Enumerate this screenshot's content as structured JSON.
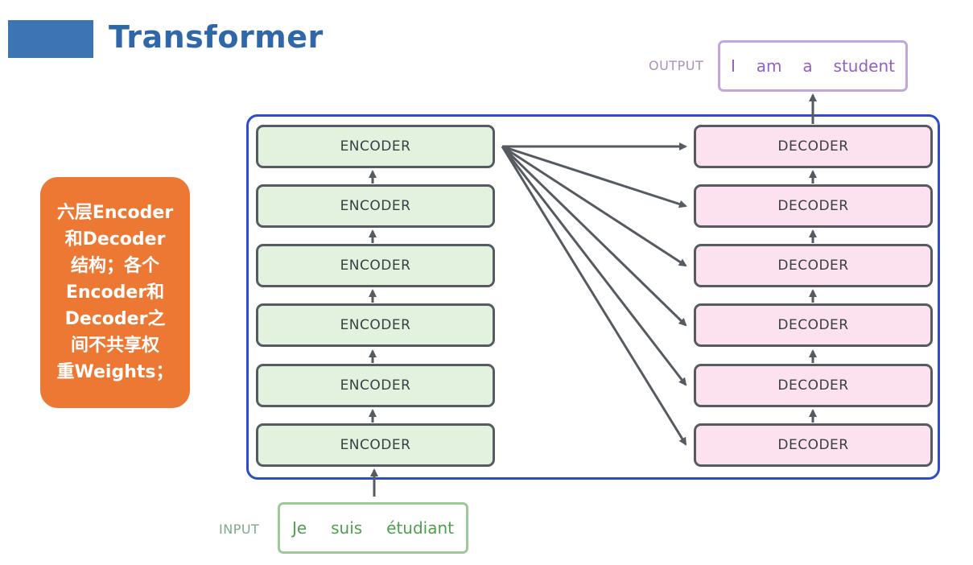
{
  "header": {
    "title": "Transformer"
  },
  "note": {
    "lines": [
      "六层Encoder",
      "和Decoder",
      "结构；各个",
      "Encoder和",
      "Decoder之",
      "间不共享权",
      "重Weights；"
    ]
  },
  "encoders": [
    "ENCODER",
    "ENCODER",
    "ENCODER",
    "ENCODER",
    "ENCODER",
    "ENCODER"
  ],
  "decoders": [
    "DECODER",
    "DECODER",
    "DECODER",
    "DECODER",
    "DECODER",
    "DECODER"
  ],
  "input": {
    "label": "INPUT",
    "tokens": [
      "Je",
      "suis",
      "étudiant"
    ]
  },
  "output": {
    "label": "OUTPUT",
    "tokens": [
      "I",
      "am",
      "a",
      "student"
    ]
  },
  "colors": {
    "title": "#2f67a8",
    "note_bg": "#ec7834",
    "frame": "#2d4ccc",
    "encoder_fill": "#e2f2de",
    "decoder_fill": "#fbe2ee",
    "arrow": "#555b60"
  }
}
